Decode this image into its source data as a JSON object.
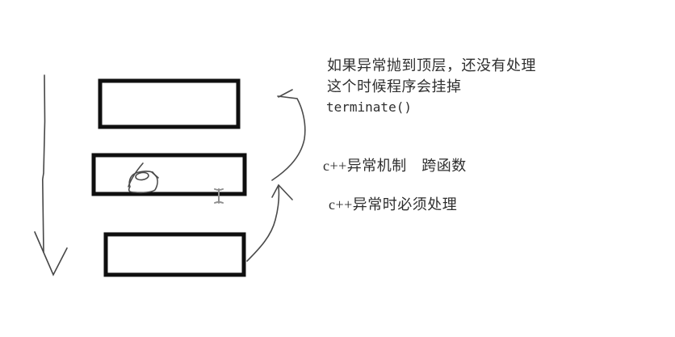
{
  "notes": {
    "crash_line1": "如果异常抛到顶层，还没有处理",
    "crash_line2": "这个时候程序会挂掉",
    "crash_code": "terminate()",
    "mechanism": "c++异常机制　跨函数",
    "must_handle": "c++异常时必须处理"
  },
  "diagram": {
    "boxes": [
      "top-stack-frame",
      "middle-stack-frame",
      "bottom-stack-frame"
    ],
    "arrows": [
      "call-flow-down-arrow",
      "throw-arrow-middle-to-top",
      "throw-arrow-bottom-to-middle"
    ],
    "cursor": "text-insertion-cursor"
  },
  "colors": {
    "background": "#ffffff",
    "ink": "#474747",
    "box_border": "#0f0f0f",
    "text": "#2e2e2e",
    "cursor": "#8f8f8f"
  }
}
